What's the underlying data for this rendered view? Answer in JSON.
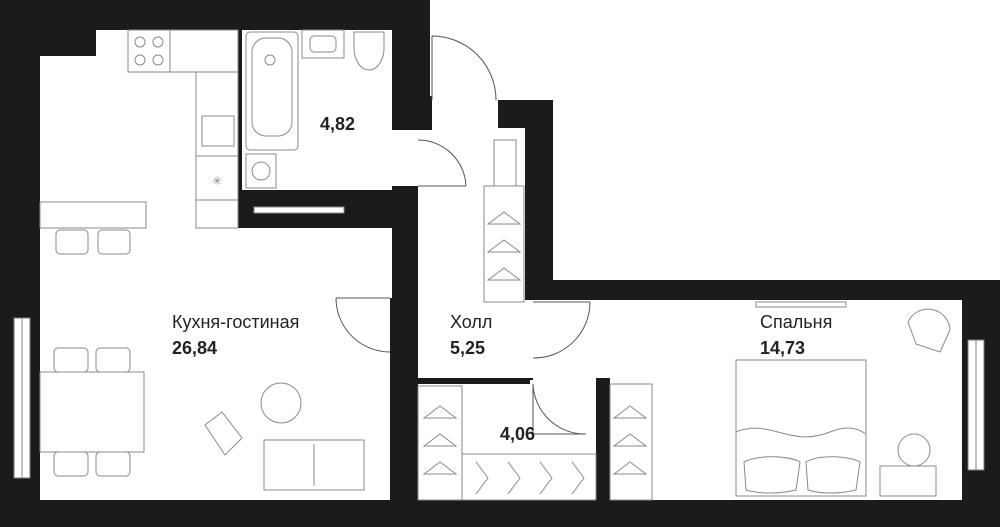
{
  "rooms": {
    "living": {
      "name": "Кухня-гостиная",
      "area": "26,84"
    },
    "hall": {
      "name": "Холл",
      "area": "5,25"
    },
    "bedroom": {
      "name": "Спальня",
      "area": "14,73"
    },
    "bathroom": {
      "area": "4,82"
    },
    "storage": {
      "area": "4,06"
    }
  },
  "colors": {
    "wall": "#1b1b1b",
    "furniture_line": "#8a8a8a",
    "background": "#ffffff"
  }
}
